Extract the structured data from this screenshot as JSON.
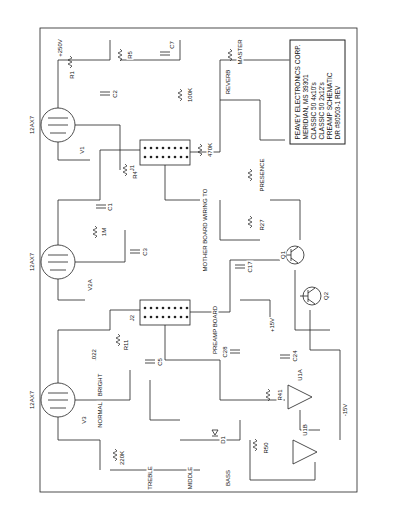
{
  "diagram": {
    "nodes": [
      {
        "text": [
          "PEAVEY ELECTRONICS CORP.",
          "MERIDIAN, MS 39301",
          "CLASSIC 50 4x10's",
          "CLASSIC 50 2x12's",
          "PREAMP SCHEMATIC",
          "DR #80503-1 REV"
        ]
      }
    ],
    "labels": [
      "12AX7",
      "V1",
      "12AX7",
      "V2A",
      "12AX7",
      "V3",
      "R1",
      "C1",
      "C2",
      "R4",
      "C3",
      "R11",
      "C5",
      "J1",
      "J2",
      "MOTHER BOARD WIRING TO",
      "PREAMP BOARD",
      "NORMAL",
      "BRIGHT",
      "REVERB",
      "R27",
      "C17",
      "Q1",
      "Q2",
      "U1A",
      "U1B",
      "R41",
      "C24",
      "C28",
      "R50",
      "D1",
      "+15V",
      "-15V",
      "220K",
      "1M",
      "470K",
      "100K",
      "MASTER",
      "PRESENCE",
      "TREBLE",
      "MIDDLE",
      "BASS",
      "+250V",
      ".022",
      "C7",
      "R5"
    ]
  }
}
